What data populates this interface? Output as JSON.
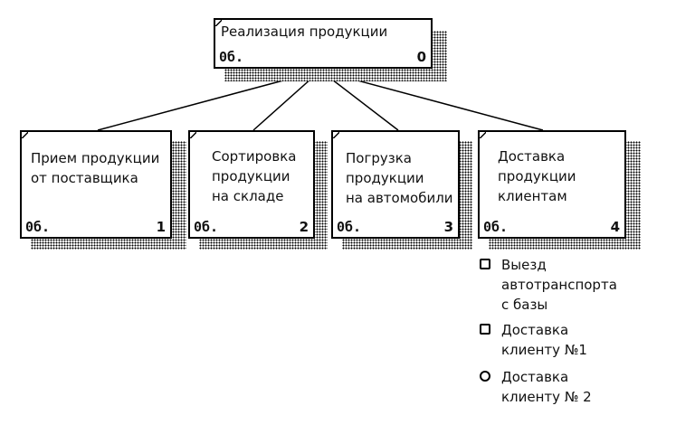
{
  "root": {
    "title": "Реализация продукции",
    "label": "0б.",
    "number": "0"
  },
  "children": [
    {
      "title": "Прием продукции\nот поставщика",
      "label": "0б.",
      "number": "1"
    },
    {
      "title": "Сортировка\nпродукции\nна складе",
      "label": "0б.",
      "number": "2"
    },
    {
      "title": "Погрузка\nпродукции\nна автомобили",
      "label": "0б.",
      "number": "3"
    },
    {
      "title": "Доставка\nпродукции\nклиентам",
      "label": "0б.",
      "number": "4"
    }
  ],
  "legend": [
    {
      "text": "Выезд\nавтотранспорта\nс базы",
      "icon": "arrow-circle-icon"
    },
    {
      "text": "Доставка\nклиенту №1",
      "icon": "arrow-circle-icon"
    },
    {
      "text": "Доставка\nклиенту № 2",
      "icon": "circle-icon"
    }
  ]
}
